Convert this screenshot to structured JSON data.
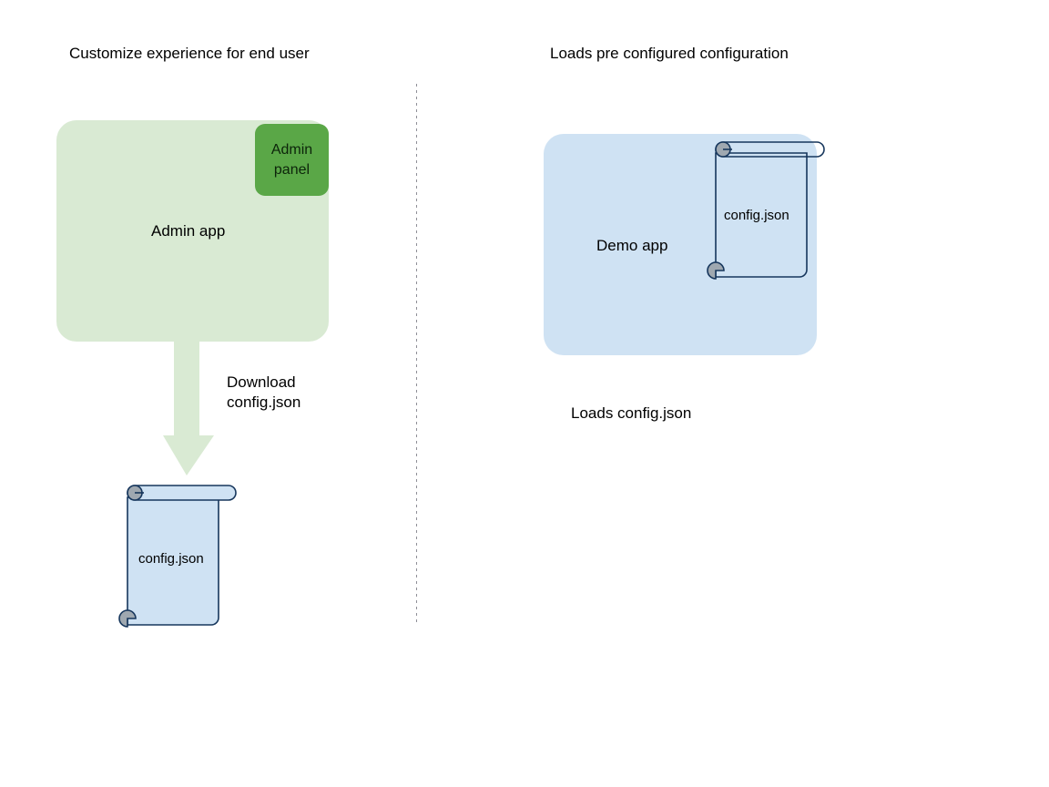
{
  "diagram": {
    "background_color": "#ffffff",
    "columns": [
      {
        "title": "Customize experience for end user",
        "app": {
          "label": "Admin app",
          "fill_color": "#d9ead3",
          "badge": {
            "label": "Admin\npanel",
            "fill_color": "#5aa747"
          }
        },
        "arrow": {
          "label": "Download\nconfig.json",
          "fill_color": "#d9ead3",
          "direction": "down"
        },
        "document": {
          "label": "config.json",
          "fill_color": "#cfe2f3",
          "stroke_color": "#16365c",
          "curl_color": "#9fa8b0"
        }
      },
      {
        "title": "Loads pre configured configuration",
        "app": {
          "label": "Demo app",
          "fill_color": "#cfe2f3"
        },
        "document": {
          "label": "config.json",
          "fill_color": "transparent",
          "stroke_color": "#16365c",
          "curl_color": "#9fa8b0"
        },
        "caption": "Loads config.json"
      }
    ],
    "divider": {
      "style": "dotted",
      "color": "#8e8e96"
    }
  }
}
